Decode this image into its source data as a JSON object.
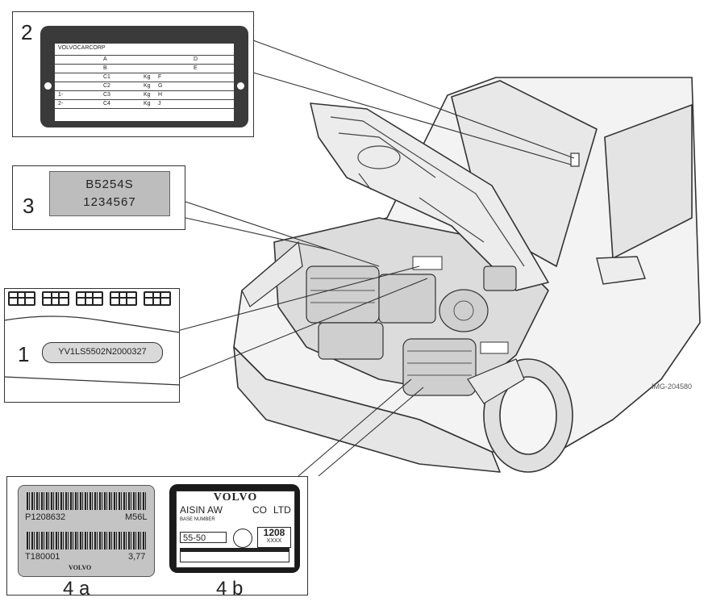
{
  "numbers": {
    "n1": "1",
    "n2": "2",
    "n3": "3"
  },
  "captions": {
    "a": "4 a",
    "b": "4 b"
  },
  "watermark": "IMG-204580",
  "plate2": {
    "header": "VOLVOCARCORP",
    "rows": [
      {
        "left": "A",
        "right": "D"
      },
      {
        "left": "B",
        "right": "E"
      },
      {
        "left": "C1",
        "unit": "Kg",
        "right": "F"
      },
      {
        "left": "C2",
        "unit": "Kg",
        "right": "G"
      },
      {
        "prefix": "1-",
        "left": "C3",
        "unit": "Kg",
        "right": "H"
      },
      {
        "prefix": "2-",
        "left": "C4",
        "unit": "Kg",
        "right": "J"
      }
    ]
  },
  "tag3": {
    "line1": "B5254S",
    "line2": "1234567"
  },
  "vin": "YV1LS5502N2000327",
  "label4a": {
    "code1": "P1208632",
    "right1": "M56L",
    "code2": "T180001",
    "right2": "3,77",
    "brand": "VOLVO"
  },
  "label4b": {
    "brand": "VOLVO",
    "maker1": "AISIN AW",
    "maker2": "CO",
    "maker3": "LTD",
    "small": "BASE NUMBER",
    "model": "55-50",
    "num": "1208",
    "sub": "XXXX"
  }
}
